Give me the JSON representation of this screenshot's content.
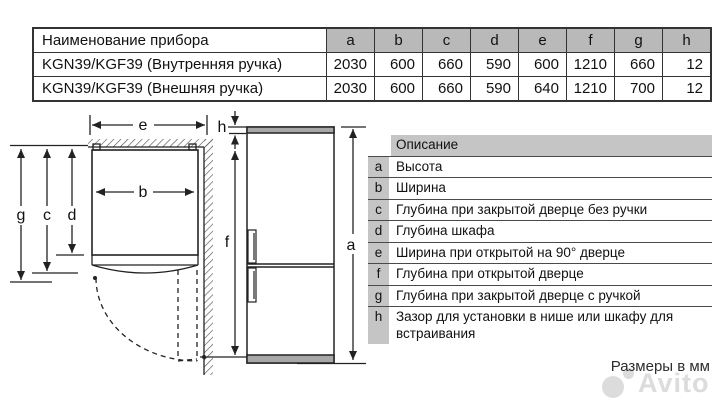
{
  "dimensions_table": {
    "header": [
      "Наименование прибора",
      "a",
      "b",
      "c",
      "d",
      "e",
      "f",
      "g",
      "h"
    ],
    "rows": [
      {
        "name": "KGN39/KGF39 (Внутренняя ручка)",
        "values": [
          "2030",
          "600",
          "660",
          "590",
          "600",
          "1210",
          "660",
          "12"
        ]
      },
      {
        "name": "KGN39/KGF39 (Внешняя ручка)",
        "values": [
          "2030",
          "600",
          "660",
          "590",
          "640",
          "1210",
          "700",
          "12"
        ]
      }
    ]
  },
  "legend_table": {
    "header": "Описание",
    "rows": [
      {
        "key": "a",
        "text": "Высота"
      },
      {
        "key": "b",
        "text": "Ширина"
      },
      {
        "key": "c",
        "text": "Глубина при закрытой дверце без ручки"
      },
      {
        "key": "d",
        "text": "Глубина шкафа"
      },
      {
        "key": "e",
        "text": "Ширина при открытой на 90° дверце"
      },
      {
        "key": "f",
        "text": "Глубина при открытой дверце"
      },
      {
        "key": "g",
        "text": "Глубина при закрытой дверце с ручкой"
      },
      {
        "key": "h",
        "text": "Зазор для установки в нише или шкафу для встраивания"
      }
    ]
  },
  "diagram": {
    "labels": {
      "a": "a",
      "b": "b",
      "c": "c",
      "d": "d",
      "e": "e",
      "f": "f",
      "g": "g",
      "h": "h"
    }
  },
  "footer": {
    "units_note": "Размеры в мм"
  },
  "watermark": {
    "text": "Avito"
  },
  "colors": {
    "table_header_gray": "#b9b9b9",
    "legend_gray": "#c5c5c5",
    "border_dark": "#333333",
    "separator_dark": "#4a4a4a",
    "fridge_strip_gray": "#a8a8a8",
    "watermark_gray": "#dcdcdc"
  }
}
